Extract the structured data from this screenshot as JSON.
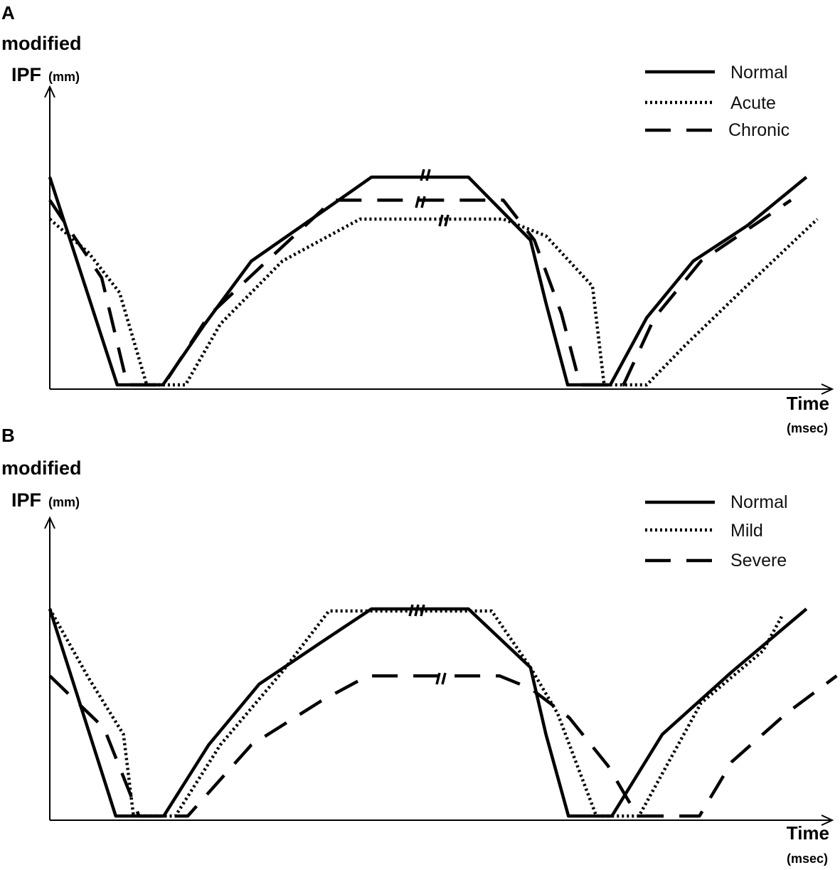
{
  "chart_data": [
    {
      "type": "line",
      "panel_label": "A",
      "ylabel": "modified IPF",
      "ylabel_line1": "modified",
      "ylabel_line2": "IPF",
      "ylabel_unit": "(mm)",
      "xlabel": "Time",
      "xlabel_unit": "(msec)",
      "legend_position": "top-right",
      "xlim": [
        0,
        100
      ],
      "ylim": [
        0,
        100
      ],
      "series": [
        {
          "name": "Normal",
          "style": "solid",
          "x": [
            0,
            8.7,
            14.6,
            20,
            26,
            33,
            41.5,
            54,
            62,
            64,
            66.8,
            72.3,
            77,
            83,
            90,
            97.6
          ],
          "y": [
            100,
            1,
            1,
            30,
            60,
            78,
            100,
            100,
            70,
            40,
            1,
            1,
            33,
            60,
            77,
            100
          ]
        },
        {
          "name": "Acute",
          "style": "dotted",
          "x": [
            0,
            5,
            9,
            12.5,
            17.5,
            22,
            30,
            40,
            50,
            58.5,
            64,
            70,
            71.5,
            77,
            82,
            89,
            99
          ],
          "y": [
            80,
            64,
            45,
            1,
            1,
            30,
            60,
            80,
            80,
            80,
            72,
            48,
            1,
            1,
            20,
            45,
            80
          ]
        },
        {
          "name": "Chronic",
          "style": "dashed",
          "x": [
            0,
            6.7,
            10,
            14.7,
            20.5,
            28,
            36.5,
            50,
            58.5,
            62.5,
            66,
            68.4,
            74,
            78,
            84,
            95.6
          ],
          "y": [
            89,
            52,
            1,
            1,
            34,
            60,
            89,
            89,
            89,
            70,
            35,
            1,
            1,
            33,
            60,
            89
          ]
        }
      ]
    },
    {
      "type": "line",
      "panel_label": "B",
      "ylabel": "modified IPF",
      "ylabel_line1": "modified",
      "ylabel_line2": "IPF",
      "ylabel_unit": "(mm)",
      "xlabel": "Time",
      "xlabel_unit": "(msec)",
      "legend_position": "top-right",
      "xlim": [
        0,
        100
      ],
      "ylim": [
        0,
        100
      ],
      "series": [
        {
          "name": "Normal",
          "style": "solid",
          "x": [
            0,
            8.5,
            14.7,
            20.5,
            27,
            35,
            41.5,
            54,
            62,
            64,
            66.9,
            72.5,
            79,
            88,
            97.6
          ],
          "y": [
            100,
            1,
            1,
            35,
            64,
            84,
            100,
            100,
            72,
            40,
            1,
            1,
            40,
            70,
            100
          ]
        },
        {
          "name": "Mild",
          "style": "dotted",
          "x": [
            0,
            5,
            9.5,
            10.8,
            16.2,
            22,
            30,
            36,
            50,
            57,
            62,
            65.5,
            70.5,
            76,
            84,
            92,
            94.5
          ],
          "y": [
            100,
            67,
            40,
            1,
            1,
            35,
            70,
            99,
            99,
            99,
            72,
            50,
            1,
            1,
            55,
            80,
            97
          ]
        },
        {
          "name": "Severe",
          "style": "dashed",
          "x": [
            0,
            7,
            11.5,
            14.9,
            17.8,
            26,
            35,
            41,
            58,
            62,
            67,
            72,
            75.8,
            79,
            83.8,
            88,
            95,
            101.5
          ],
          "y": [
            68,
            43,
            1,
            1,
            1,
            35,
            56,
            68,
            68,
            62,
            48,
            25,
            1,
            1,
            1,
            27,
            50,
            68
          ]
        }
      ]
    }
  ]
}
